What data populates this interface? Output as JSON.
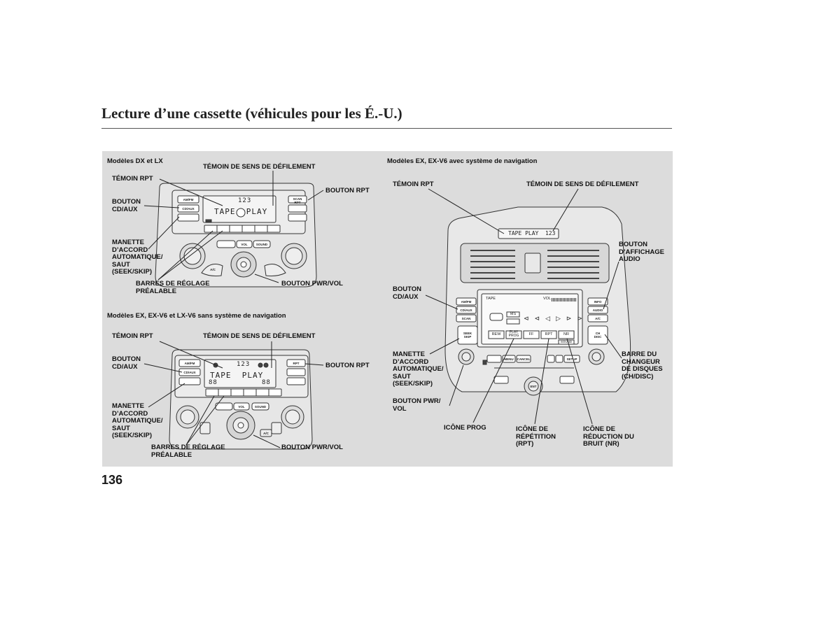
{
  "page": {
    "title": "Lecture d’une cassette (véhicules pour les É.-U.)",
    "number": "136"
  },
  "dx_lx": {
    "header": "Modèles DX et LX",
    "sens": "TÉMOIN DE SENS DE DÉFILEMENT",
    "rpt": "TÉMOIN RPT",
    "bouton_rpt": "BOUTON RPT",
    "cd_aux": "BOUTON\nCD/AUX",
    "manette": "MANETTE\nD’ACCORD\nAUTOMATIQUE/\nSAUT\n(SEEK/SKIP)",
    "barres": "BARRES DE RÉGLAGE\nPRÉALABLE",
    "pwr": "BOUTON PWR/VOL",
    "lcd_main": "TAPE  PLAY",
    "lcd_num": "123",
    "btn_amfm": "AM/FM",
    "btn_cdaux": "CD/AUX",
    "btn_scan": "SCAN\nRPT",
    "btn_vol": "VOL",
    "btn_sound": "SOUND",
    "btn_ac": "A/C"
  },
  "ex_nonav": {
    "header": "Modèles EX, EX-V6 et LX-V6 sans système de navigation",
    "sens": "TÉMOIN DE SENS DE DÉFILEMENT",
    "rpt": "TÉMOIN RPT",
    "bouton_rpt": "BOUTON RPT",
    "cd_aux": "BOUTON\nCD/AUX",
    "manette": "MANETTE\nD’ACCORD\nAUTOMATIQUE/\nSAUT\n(SEEK/SKIP)",
    "barres": "BARRES DE RÉGLAGE\nPRÉALABLE",
    "pwr": "BOUTON PWR/VOL",
    "lcd_main": "TAPE  PLAY",
    "lcd_num": "123",
    "lcd_left": "88",
    "lcd_right": "88",
    "btn_amfm": "AM/FM",
    "btn_cdaux": "CD/AUX",
    "btn_rpt": "RPT",
    "btn_vol": "VOL",
    "btn_sound": "SOUND",
    "btn_ac": "A/C"
  },
  "ex_nav": {
    "header": "Modèles EX, EX-V6 avec système de navigation",
    "rpt": "TÉMOIN RPT",
    "sens": "TÉMOIN DE SENS DE DÉFILEMENT",
    "affichage": "BOUTON\nD’AFFICHAGE\nAUDIO",
    "cd_aux": "BOUTON\nCD/AUX",
    "manette": "MANETTE\nD’ACCORD\nAUTOMATIQUE/\nSAUT\n(SEEK/SKIP)",
    "changeur": "BARRE DU\nCHANGEUR\nDE DISQUES\n(CH/DISC)",
    "pwr": "BOUTON PWR/\nVOL",
    "prog": "ICÔNE PROG",
    "repetition": "ICÔNE DE\nRÉPÉTITION\n(RPT)",
    "reduction": "ICÔNE DE\nRÉDUCTION DU\nBRUIT (NR)",
    "strip": "TAPE PLAY  123",
    "screen_tape": "TAPE",
    "screen_vol": "VOL",
    "btn_rew": "REW",
    "btn_play": "PLAY\nPROG",
    "btn_ff": "FF",
    "btn_rpt": "RPT",
    "btn_nr": "NR",
    "btn_sound": "SOUND",
    "btn_ms": "MS",
    "btn_info": "INFO",
    "btn_audio": "AUDIO",
    "btn_ac": "A/C",
    "btn_chdisc": "CH\nDISC",
    "btn_amfm": "AM/FM",
    "btn_cdaux": "CD/AUX",
    "btn_scan": "SCAN",
    "btn_seek": "SEEK\nSKIP",
    "btn_menu": "MENU",
    "btn_cancel": "CANCEL",
    "btn_setup": "SETUP",
    "btn_ent": "ENT"
  }
}
